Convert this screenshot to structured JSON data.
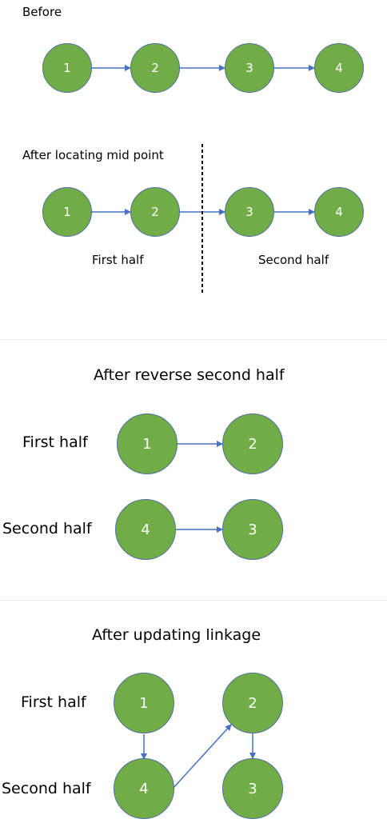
{
  "section1": {
    "title": "Before",
    "nodes": [
      "1",
      "2",
      "3",
      "4"
    ]
  },
  "section2": {
    "title": "After locating mid point",
    "nodes": [
      "1",
      "2",
      "3",
      "4"
    ],
    "first_label": "First half",
    "second_label": "Second half"
  },
  "section3": {
    "title": "After reverse second half",
    "first_label": "First half",
    "second_label": "Second half",
    "first_row": [
      "1",
      "2"
    ],
    "second_row": [
      "4",
      "3"
    ]
  },
  "section4": {
    "title": "After updating linkage",
    "first_label": "First half",
    "second_label": "Second half",
    "first_row": [
      "1",
      "2"
    ],
    "second_row": [
      "4",
      "3"
    ]
  },
  "colors": {
    "node_fill": "#70ad47",
    "node_border": "#4f6fa3",
    "arrow": "#4472c4"
  }
}
